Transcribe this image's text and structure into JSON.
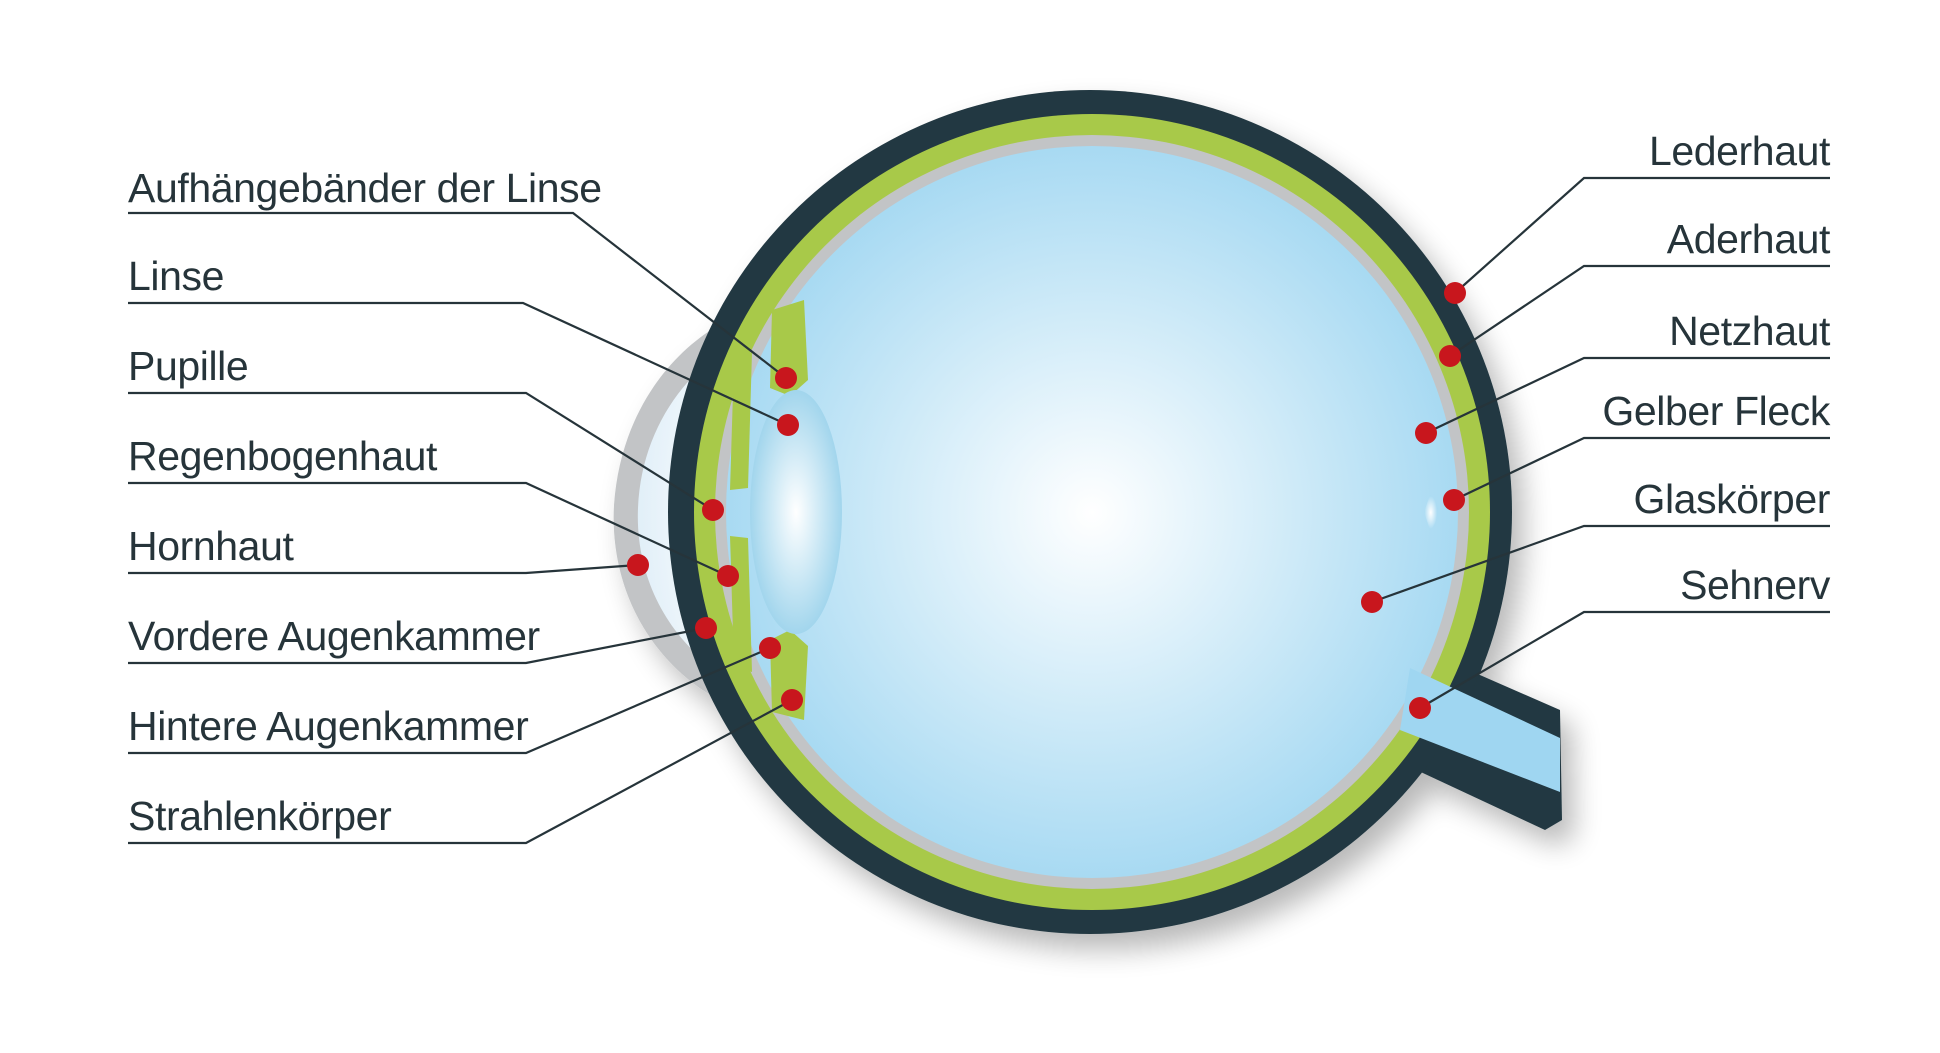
{
  "diagram": {
    "colors": {
      "sclera_outer": "#233942",
      "choroid": "#a8c94a",
      "retina_grey": "#c2c4c6",
      "vitreous_blue": "#9fd6f1",
      "vitreous_center": "#ffffff",
      "cornea_grey": "#c2c4c6",
      "lens_blue": "#8fcde9",
      "marker_red": "#c8161d",
      "label_text": "#26343a",
      "leader_line": "#26343a"
    },
    "labels_left": [
      {
        "id": "aufhaengebaender",
        "text": "Aufhängebänder der Linse"
      },
      {
        "id": "linse",
        "text": "Linse"
      },
      {
        "id": "pupille",
        "text": "Pupille"
      },
      {
        "id": "regenbogenhaut",
        "text": "Regenbogenhaut"
      },
      {
        "id": "hornhaut",
        "text": "Hornhaut"
      },
      {
        "id": "vordere-augenkammer",
        "text": "Vordere Augenkammer"
      },
      {
        "id": "hintere-augenkammer",
        "text": "Hintere Augenkammer"
      },
      {
        "id": "strahlenkoerper",
        "text": "Strahlenkörper"
      }
    ],
    "labels_right": [
      {
        "id": "lederhaut",
        "text": "Lederhaut"
      },
      {
        "id": "aderhaut",
        "text": "Aderhaut"
      },
      {
        "id": "netzhaut",
        "text": "Netzhaut"
      },
      {
        "id": "gelber-fleck",
        "text": "Gelber Fleck"
      },
      {
        "id": "glaskoerper",
        "text": "Glaskörper"
      },
      {
        "id": "sehnerv",
        "text": "Sehnerv"
      }
    ]
  }
}
